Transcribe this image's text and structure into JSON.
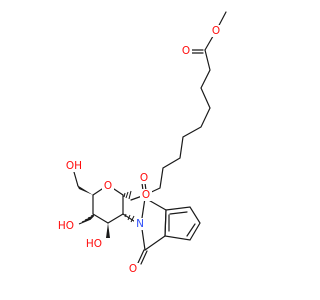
{
  "molecule": {
    "atom_labels": {
      "ester_carbonyl_o": "O",
      "ester_o": "O",
      "ring_o": "O",
      "glycosidic_o": "O",
      "ch2oh": "OH",
      "oh_c4": "HO",
      "oh_c3": "HO",
      "nitrogen": "N",
      "imide_o_top": "O",
      "imide_o_bottom": "O"
    },
    "colors": {
      "bond": "#1a1a1a",
      "oxygen": "#ff0d0d",
      "nitrogen": "#3050f8"
    }
  }
}
